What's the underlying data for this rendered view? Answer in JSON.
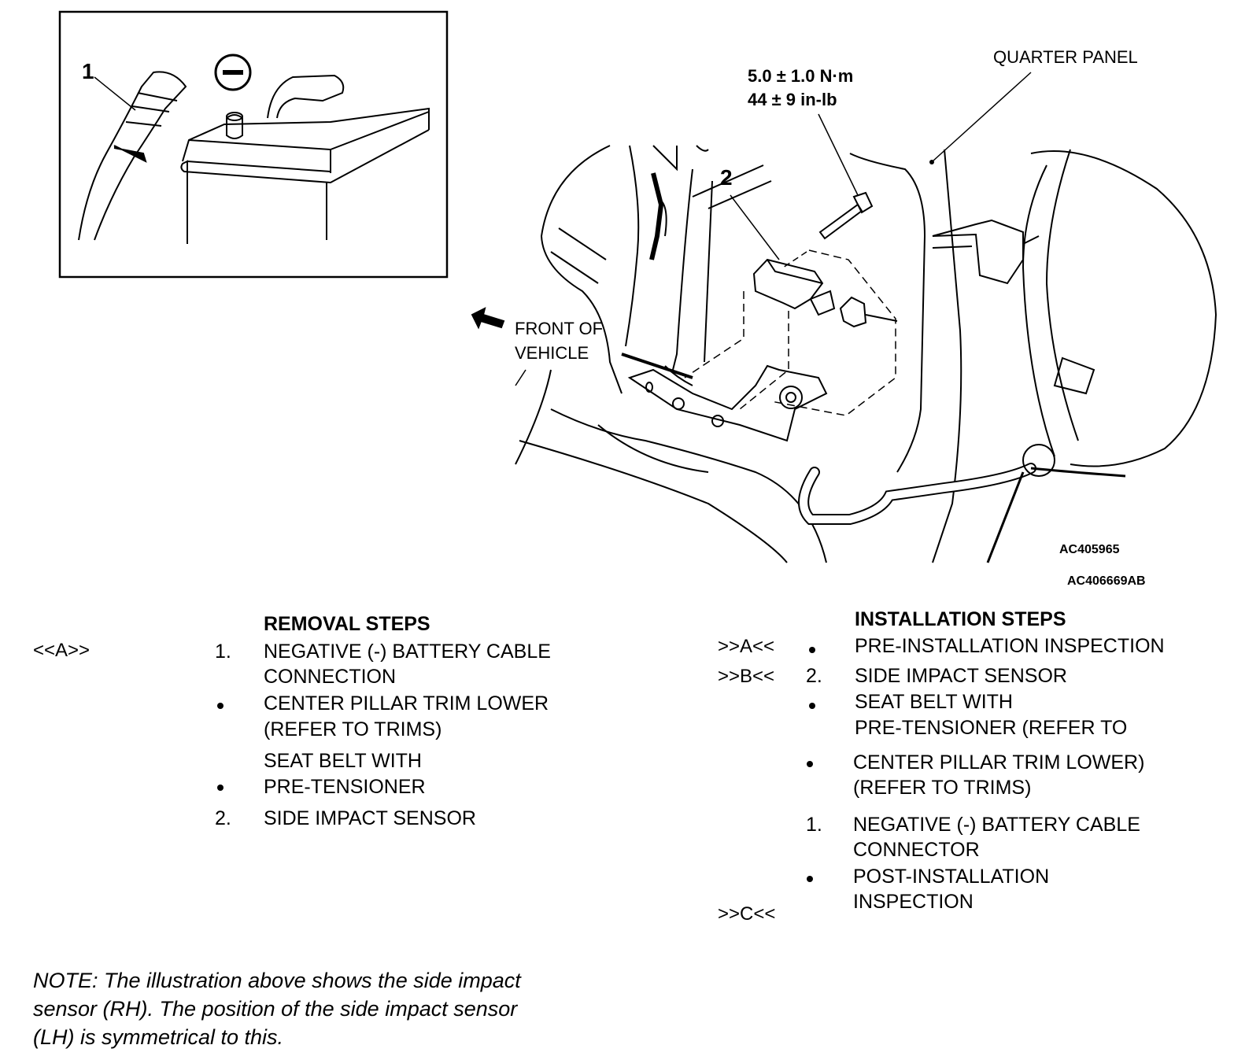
{
  "inset": {
    "callout": "1",
    "polarity_symbol": "−"
  },
  "diagram": {
    "torque_line1": "5.0 ± 1.0 N·m",
    "torque_line2": "44 ± 9 in-lb",
    "quarter_panel": "QUARTER PANEL",
    "callout_2": "2",
    "front_line1": "FRONT OF",
    "front_line2": "VEHICLE",
    "code1": "AC405965",
    "code2": "AC406669AB"
  },
  "removal": {
    "heading": "REMOVAL STEPS",
    "code_a": "<<A>>",
    "num1": "1.",
    "step1_l1": "NEGATIVE (-) BATTERY CABLE",
    "step1_l2": "CONNECTION",
    "step2_l1": "CENTER PILLAR TRIM LOWER",
    "step2_l2": "(REFER TO TRIMS)",
    "step3_l1": "SEAT BELT WITH",
    "step3_l2": "PRE-TENSIONER",
    "num4": "2.",
    "step4": "SIDE IMPACT SENSOR"
  },
  "installation": {
    "heading": "INSTALLATION STEPS",
    "code_a": ">>A<<",
    "step1": "PRE-INSTALLATION INSPECTION",
    "code_b": ">>B<<",
    "num2": "2.",
    "step2": "SIDE IMPACT SENSOR",
    "step3_l1": "SEAT BELT WITH",
    "step3_l2": "PRE-TENSIONER (REFER TO",
    "step4_l1": "CENTER PILLAR TRIM LOWER)",
    "step4_l2": "(REFER TO TRIMS)",
    "num5": "1.",
    "step5_l1": "NEGATIVE (-) BATTERY CABLE",
    "step5_l2": "CONNECTOR",
    "step6_l1": "POST-INSTALLATION",
    "step6_l2": "INSPECTION",
    "code_c": ">>C<<"
  },
  "note": {
    "line1": "NOTE: The illustration above shows the side impact",
    "line2": "sensor (RH). The position of the side impact sensor",
    "line3": "(LH) is symmetrical to this."
  }
}
